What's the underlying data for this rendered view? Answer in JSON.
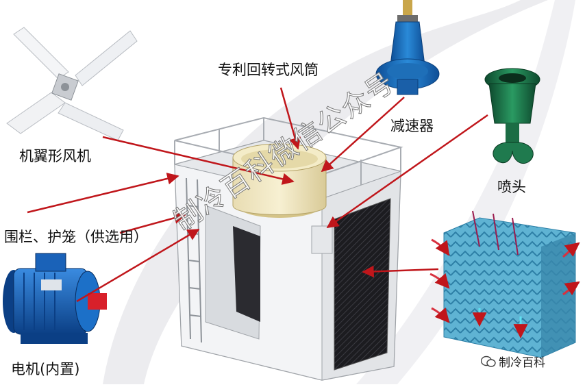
{
  "labels": {
    "fan": "机翼形风机",
    "duct": "专利回转式风筒",
    "reducer": "减速器",
    "nozzle": "喷头",
    "rail": "围栏、护笼（供选用）",
    "motor": "电机(内置)"
  },
  "watermark": "制冷百科微信公众号",
  "brand": "制冷百科",
  "colors": {
    "arrow": "#c0161b",
    "frame": "#e9eaec",
    "frame_edge": "#9fa3a8",
    "infill": "#2a2a2e",
    "reducer": "#1e7fc6",
    "nozzle": "#1f7a4e",
    "motor": "#1560b8",
    "fill_pack": "#3a9bc0",
    "swoosh": "#e6e7ea"
  }
}
